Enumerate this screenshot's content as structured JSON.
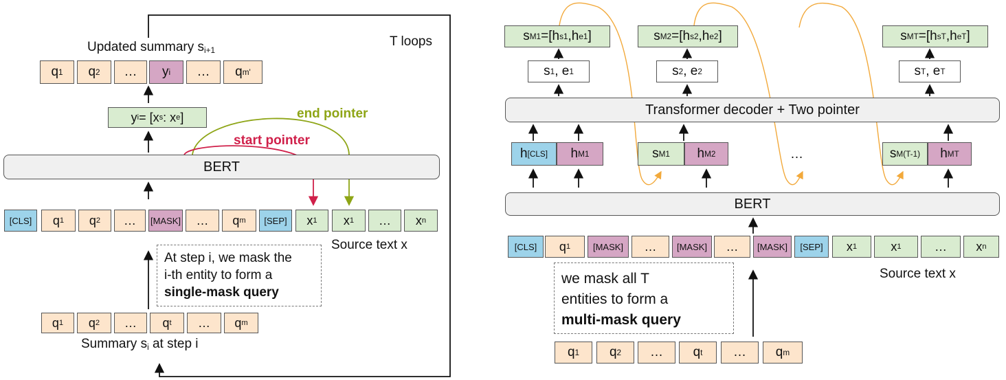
{
  "left": {
    "loop_label": "T loops",
    "updated_summary_label": "Updated summary s",
    "updated_summary_sub": "i+1",
    "updated_tokens": [
      {
        "t": "q",
        "s": "1"
      },
      {
        "t": "q",
        "s": "2"
      },
      {
        "t": "…",
        "s": ""
      },
      {
        "t": "y",
        "s": "i"
      },
      {
        "t": "…",
        "s": ""
      },
      {
        "t": "q",
        "s": "m'"
      }
    ],
    "span_box": {
      "a": "y",
      "a_sub": "i",
      "b": " = [x",
      "b_sub": "s",
      "c": ": x",
      "c_sub": "e",
      "d": "]"
    },
    "encoder": "BERT",
    "end_pointer": "end pointer",
    "start_pointer": "start pointer",
    "input_tokens": [
      {
        "t": "[CLS]",
        "s": ""
      },
      {
        "t": "q",
        "s": "1"
      },
      {
        "t": "q",
        "s": "2"
      },
      {
        "t": "…",
        "s": ""
      },
      {
        "t": "[MASK]",
        "s": ""
      },
      {
        "t": "…",
        "s": ""
      },
      {
        "t": "q",
        "s": "m"
      },
      {
        "t": "[SEP]",
        "s": ""
      },
      {
        "t": "x",
        "s": "1"
      },
      {
        "t": "x",
        "s": "1"
      },
      {
        "t": "…",
        "s": ""
      },
      {
        "t": "x",
        "s": "n"
      }
    ],
    "source_label": "Source text x",
    "note_line1": "At step i, we mask the",
    "note_line2": "i-th entity to form a",
    "note_line3": "single-mask query",
    "summary_tokens": [
      {
        "t": "q",
        "s": "1"
      },
      {
        "t": "q",
        "s": "2"
      },
      {
        "t": "…",
        "s": ""
      },
      {
        "t": "q",
        "s": "t"
      },
      {
        "t": "…",
        "s": ""
      },
      {
        "t": "q",
        "s": "m"
      }
    ],
    "summary_label": "Summary s",
    "summary_sub": "i",
    "summary_suffix": " at step i"
  },
  "right": {
    "outputs": [
      {
        "s": "M1",
        "h1": "s1",
        "h2": "e1"
      },
      {
        "s": "M2",
        "h1": "s2",
        "h2": "e2"
      },
      {
        "s": "MT ",
        "h1": "sT",
        "h2": "eT"
      }
    ],
    "pointers": [
      {
        "a": "1",
        "b": "1"
      },
      {
        "a": "2",
        "b": "2"
      },
      {
        "a": "T",
        "b": "T"
      }
    ],
    "decoder": "Transformer decoder + Two pointer",
    "decoder_inputs": {
      "h_cls": "[CLS]",
      "h_m1": "M1",
      "s_m1": "M1",
      "h_m2": "M2",
      "ellipsis": "…",
      "s_mt1": "M(T-1)",
      "h_mt": "MT"
    },
    "encoder": "BERT",
    "input_tokens": [
      {
        "t": "[CLS]",
        "s": ""
      },
      {
        "t": "q",
        "s": "1"
      },
      {
        "t": "[MASK]",
        "s": ""
      },
      {
        "t": "…",
        "s": ""
      },
      {
        "t": "[MASK]",
        "s": ""
      },
      {
        "t": "…",
        "s": ""
      },
      {
        "t": "[MASK]",
        "s": ""
      },
      {
        "t": "[SEP]",
        "s": ""
      },
      {
        "t": "x",
        "s": "1"
      },
      {
        "t": "x",
        "s": "1"
      },
      {
        "t": "…",
        "s": ""
      },
      {
        "t": "x",
        "s": "n"
      }
    ],
    "source_label": "Source text x",
    "note_line1": "we mask all T",
    "note_line2": "entities to form a",
    "note_line3": "multi-mask query",
    "summary_tokens": [
      {
        "t": "q",
        "s": "1"
      },
      {
        "t": "q",
        "s": "2"
      },
      {
        "t": "…",
        "s": ""
      },
      {
        "t": "q",
        "s": "t"
      },
      {
        "t": "…",
        "s": ""
      },
      {
        "t": "q",
        "s": "m"
      }
    ]
  }
}
